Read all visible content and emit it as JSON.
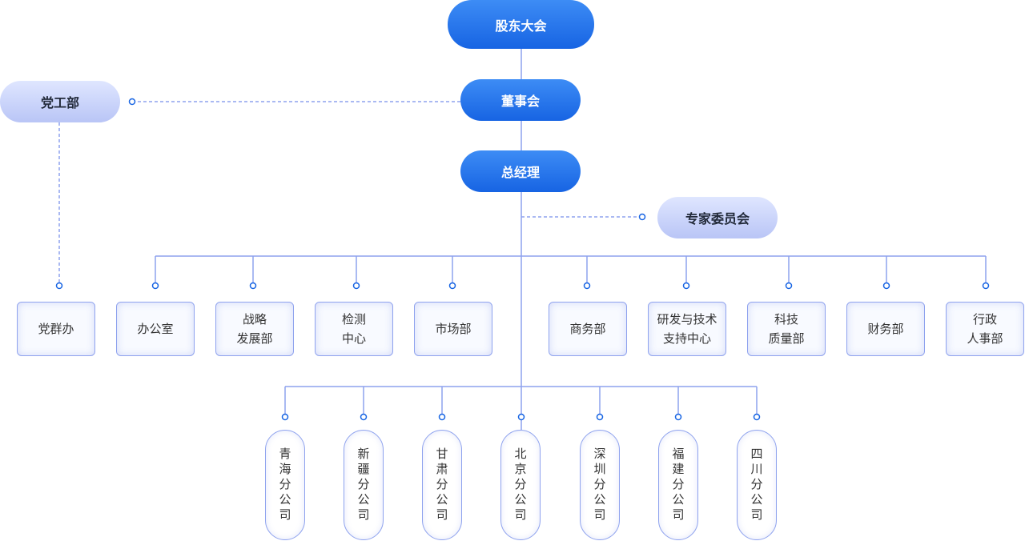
{
  "top": {
    "shareholders": "股东大会",
    "board": "董事会",
    "gm": "总经理"
  },
  "side": {
    "party": "党工部",
    "experts": "专家委员会"
  },
  "departments": [
    "党群办",
    "办公室",
    "战略\n发展部",
    "检测\n中心",
    "市场部",
    "商务部",
    "研发与技术\n支持中心",
    "科技\n质量部",
    "财务部",
    "行政\n人事部"
  ],
  "branches": [
    "青海分公司",
    "新疆分公司",
    "甘肃分公司",
    "北京分公司",
    "深圳分公司",
    "福建分公司",
    "四川分公司"
  ],
  "colors": {
    "line": "#8ea2ee",
    "dot": "#1764e3",
    "dark_pill": "#1764e3",
    "light_pill": "#c9d3fa"
  }
}
